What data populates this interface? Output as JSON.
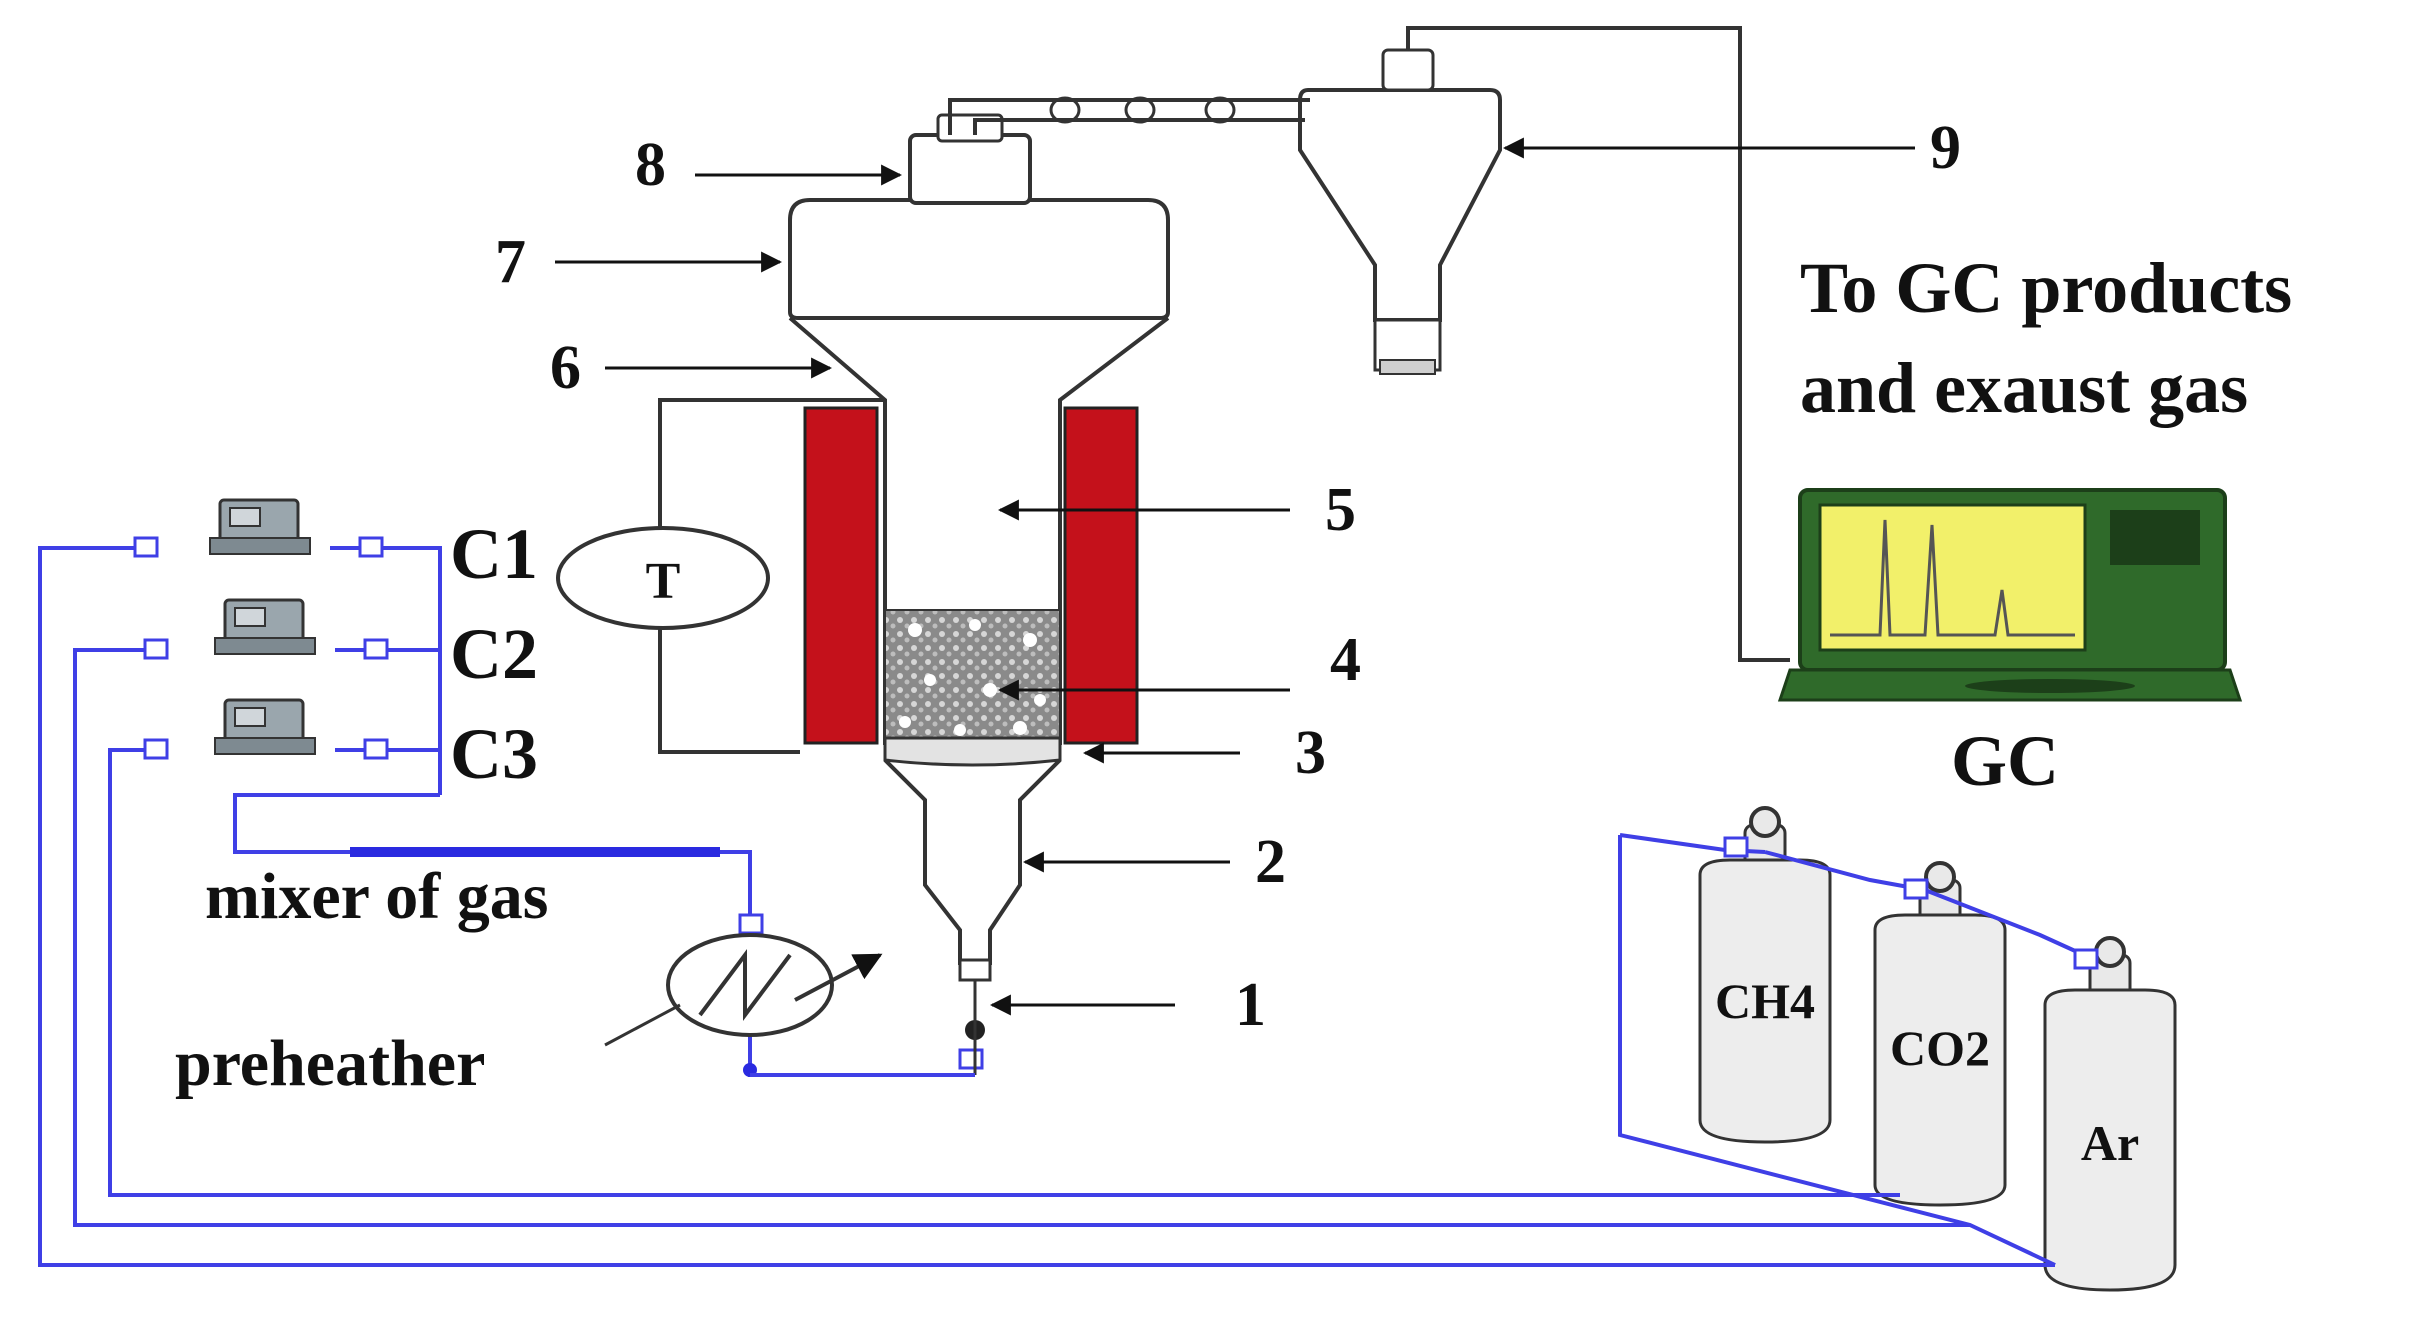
{
  "labels": {
    "title_line1": "To GC products",
    "title_line2": "and exaust gas",
    "gc": "GC",
    "mixer": "mixer of gas",
    "preheater": "preheather",
    "thermocouple": "T",
    "controllers": [
      "C1",
      "C2",
      "C3"
    ],
    "cylinders": [
      "CH4",
      "CO2",
      "Ar"
    ],
    "callouts": {
      "n1": "1",
      "n2": "2",
      "n3": "3",
      "n4": "4",
      "n5": "5",
      "n6": "6",
      "n7": "7",
      "n8": "8",
      "n9": "9"
    }
  },
  "colors": {
    "line": "#111111",
    "gas_line": "#3f3fe6",
    "furnace": "#c4111b",
    "gc_screen": "#f2f06a",
    "gc_body": "#2f6a2a",
    "cylinder": "#e9e9e9"
  },
  "icons": [
    "reactor-icon",
    "cyclone-icon",
    "gc-computer-icon",
    "gas-cylinder-icon",
    "mass-flow-controller-icon",
    "preheater-icon",
    "valve-icon"
  ]
}
